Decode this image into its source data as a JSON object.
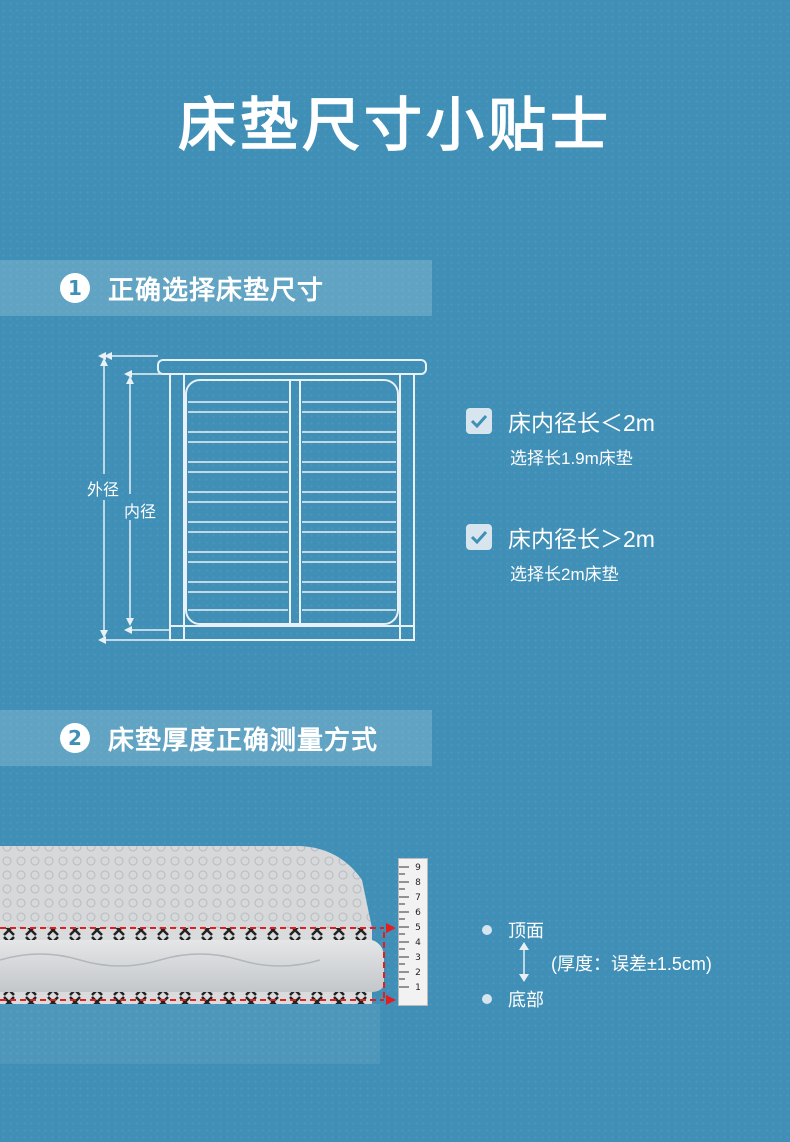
{
  "title": "床垫尺寸小贴士",
  "section1": {
    "number": "1",
    "heading": "正确选择床垫尺寸",
    "outer_label": "外径",
    "inner_label": "内径",
    "options": [
      {
        "title": "床内径长＜2m",
        "subtitle": "选择长1.9m床垫"
      },
      {
        "title": "床内径长＞2m",
        "subtitle": "选择长2m床垫"
      }
    ]
  },
  "section2": {
    "number": "2",
    "heading": "床垫厚度正确测量方式",
    "top_label": "顶面",
    "note": "(厚度：误差±1.5cm)",
    "bottom_label": "底部",
    "ruler_ticks": [
      "9",
      "8",
      "7",
      "6",
      "5",
      "4",
      "3",
      "2",
      "1"
    ]
  }
}
